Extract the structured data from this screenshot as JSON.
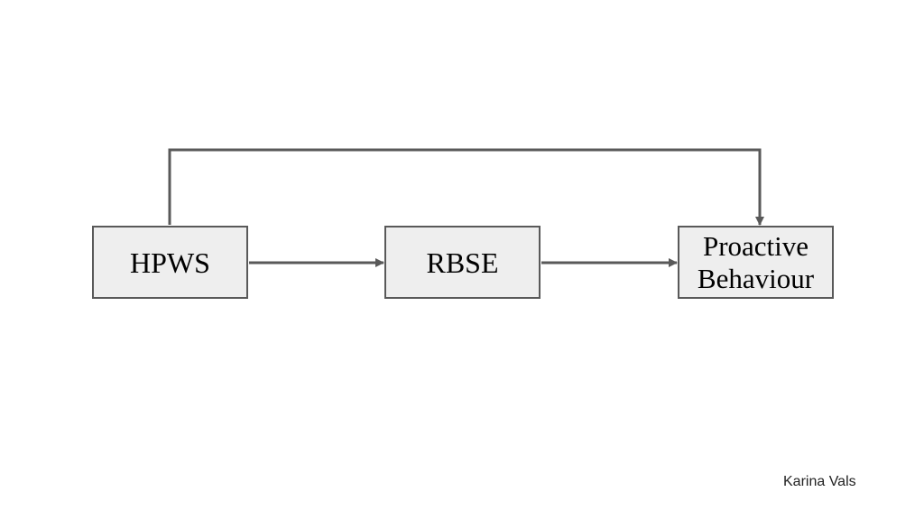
{
  "diagram": {
    "nodes": [
      {
        "id": "hpws",
        "label": "HPWS"
      },
      {
        "id": "rbse",
        "label": "RBSE"
      },
      {
        "id": "proactive",
        "lines": [
          "Proactive",
          "Behaviour"
        ]
      }
    ],
    "edges": [
      {
        "from": "HPWS",
        "to": "RBSE"
      },
      {
        "from": "RBSE",
        "to": "Proactive Behaviour"
      },
      {
        "from": "HPWS",
        "to": "Proactive Behaviour"
      }
    ]
  },
  "footer": {
    "author": "Karina Vals"
  },
  "colors": {
    "box_fill": "#eeeeee",
    "line": "#595959"
  }
}
